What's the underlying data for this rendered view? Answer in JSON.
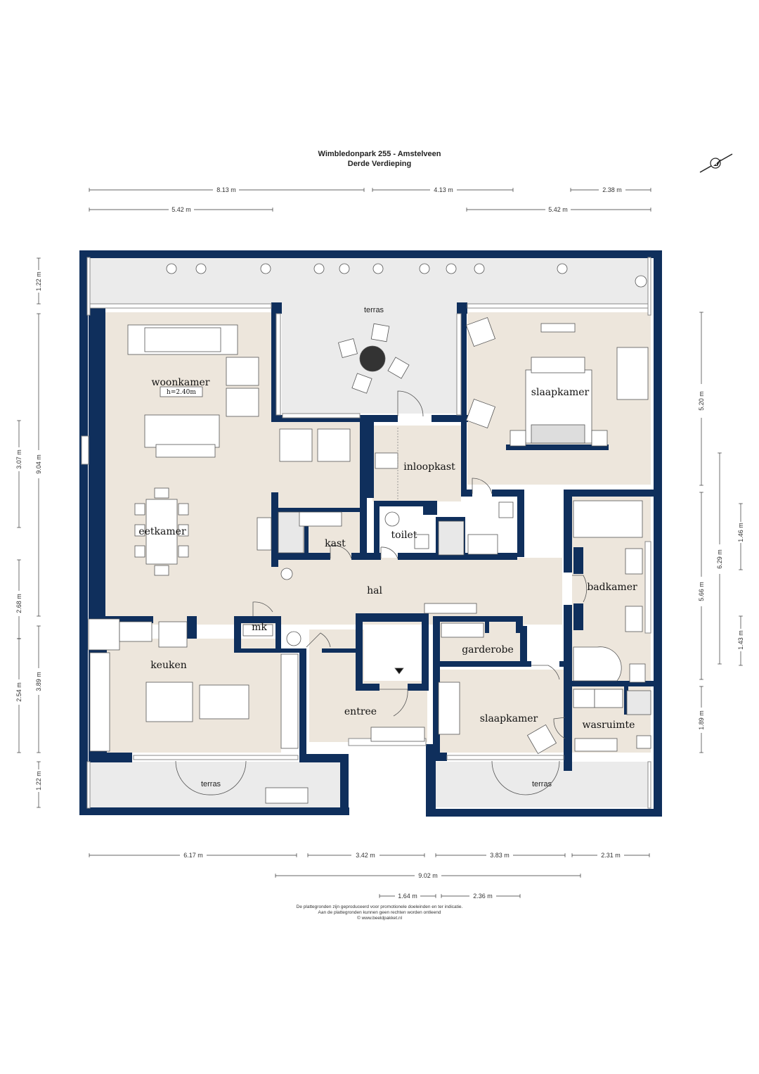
{
  "header": {
    "address": "Wimbledonpark 255 - Amstelveen",
    "floor": "Derde Verdieping"
  },
  "rooms": {
    "terras_top": "terras",
    "woonkamer": "woonkamer",
    "ceiling_height": "h=2.40m",
    "slaapkamer_1": "slaapkamer",
    "inloopkast": "inloopkast",
    "eetkamer": "eetkamer",
    "kast": "kast",
    "toilet": "toilet",
    "hal": "hal",
    "badkamer": "badkamer",
    "mk": "mk",
    "keuken": "keuken",
    "garderobe": "garderobe",
    "entree": "entree",
    "slaapkamer_2": "slaapkamer",
    "wasruimte": "wasruimte",
    "terras_bottom_left": "terras",
    "terras_bottom_right": "terras"
  },
  "dimensions": {
    "top_1": "8.13 m",
    "top_2": "4.13 m",
    "top_3": "2.38 m",
    "top_4": "5.42 m",
    "top_5": "5.42 m",
    "left_1": "1.22 m",
    "left_2": "9.04 m",
    "left_3": "3.07 m",
    "left_4": "2.68 m",
    "left_5": "2.54 m",
    "left_6": "3.89 m",
    "left_7": "1.22 m",
    "right_1": "5.20 m",
    "right_2": "6.29 m",
    "right_3": "1.46 m",
    "right_4": "5.66 m",
    "right_5": "1.43 m",
    "right_6": "1.89 m",
    "bottom_1": "6.17 m",
    "bottom_2": "3.42 m",
    "bottom_3": "3.83 m",
    "bottom_4": "2.31 m",
    "bottom_5": "9.02 m",
    "bottom_6": "1.64 m",
    "bottom_7": "2.36 m"
  },
  "disclaimer": {
    "line1": "De plattegronden zijn geproduceerd voor promotionele doeleinden en ter indicatie.",
    "line2": "Aan de plattegronden kunnen geen rechten worden ontleend",
    "line3": "© www.beeldpakket.nl"
  },
  "compass": {
    "letter": "N",
    "icon": "compass-icon"
  },
  "colors": {
    "wall": "#0f2f5c",
    "floor": "#ede6dc",
    "terrace": "#eaeaea",
    "dim_line": "#333333"
  }
}
